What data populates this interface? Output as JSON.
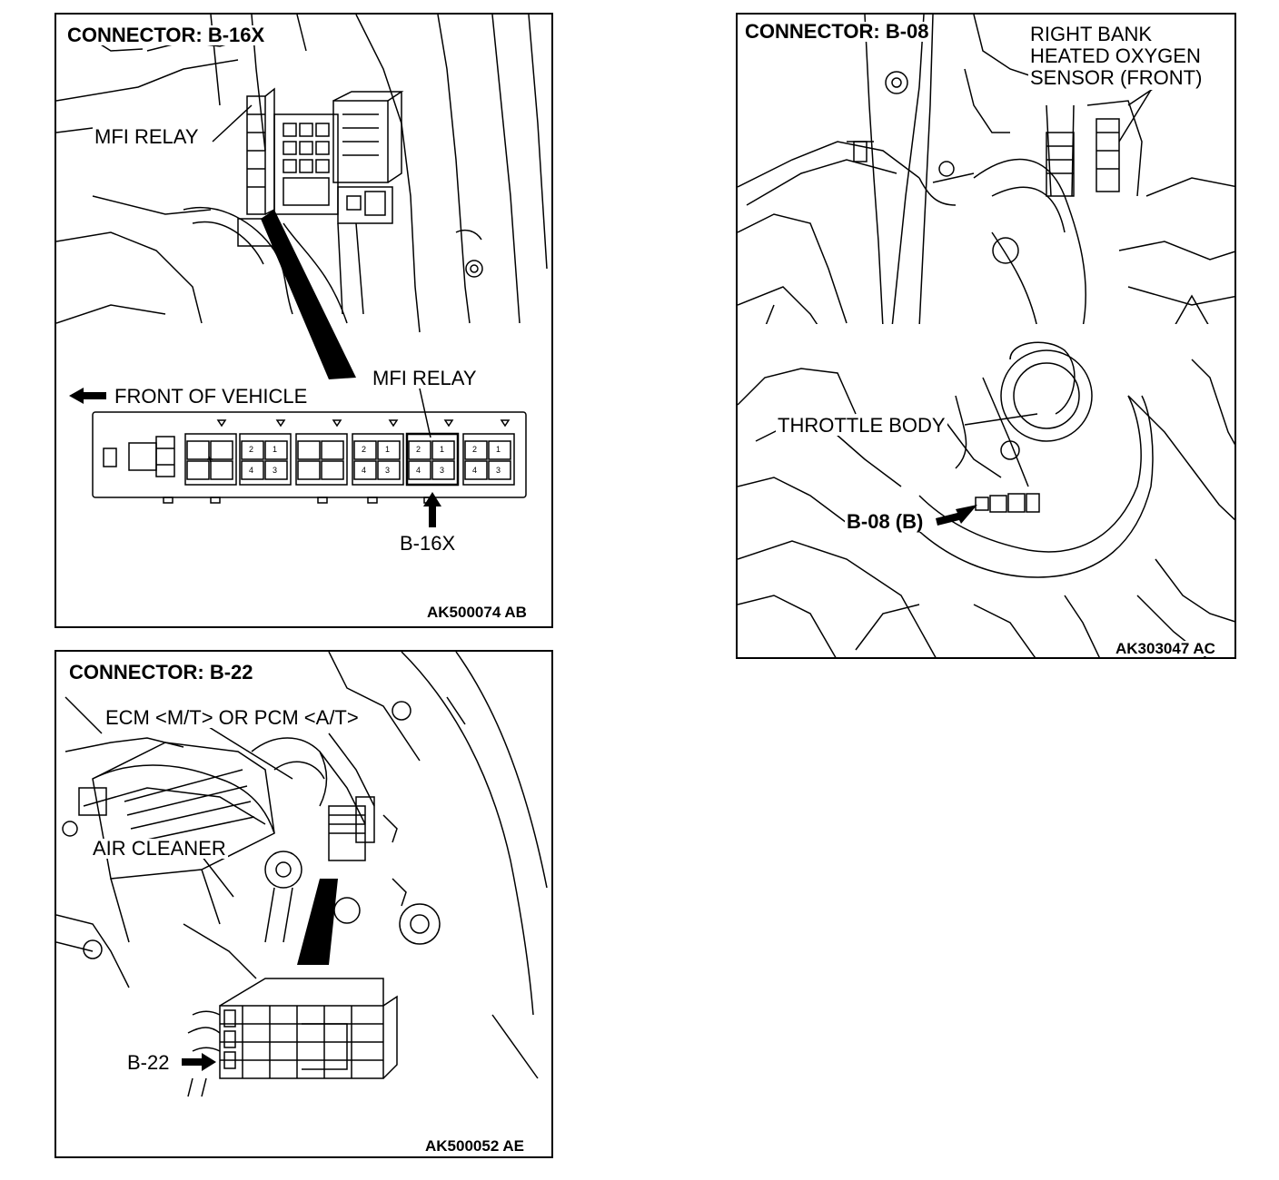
{
  "panels": {
    "b16x": {
      "title": "CONNECTOR: B-16X",
      "mfi_relay_top": "MFI RELAY",
      "mfi_relay_box": "MFI RELAY",
      "front_of_vehicle": "FRONT OF VEHICLE",
      "connector_label": "B-16X",
      "figure_code": "AK500074 AB",
      "pin_labels": [
        "2",
        "1",
        "4",
        "3"
      ]
    },
    "b08": {
      "title": "CONNECTOR: B-08",
      "sensor_label_line1": "RIGHT BANK",
      "sensor_label_line2": "HEATED OXYGEN",
      "sensor_label_line3": "SENSOR (FRONT)",
      "throttle_body": "THROTTLE BODY",
      "connector_label": "B-08 (B)",
      "figure_code": "AK303047 AC"
    },
    "b22": {
      "title": "CONNECTOR: B-22",
      "ecm_label": "ECM <M/T> OR PCM <A/T>",
      "air_cleaner": "AIR CLEANER",
      "connector_label": "B-22",
      "figure_code": "AK500052 AE"
    }
  }
}
